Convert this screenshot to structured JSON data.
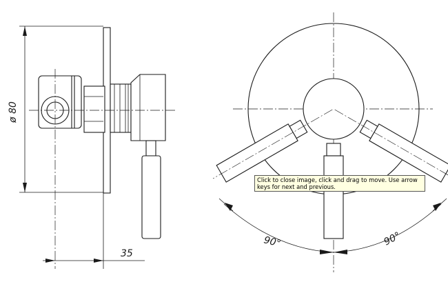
{
  "dimensions": {
    "diameter": "ø 80",
    "offset": "35",
    "angle_left": "90°",
    "angle_right": "90°"
  },
  "tooltip": {
    "text": "Click to close image, click and drag to move. Use arrow keys for next and previous."
  }
}
